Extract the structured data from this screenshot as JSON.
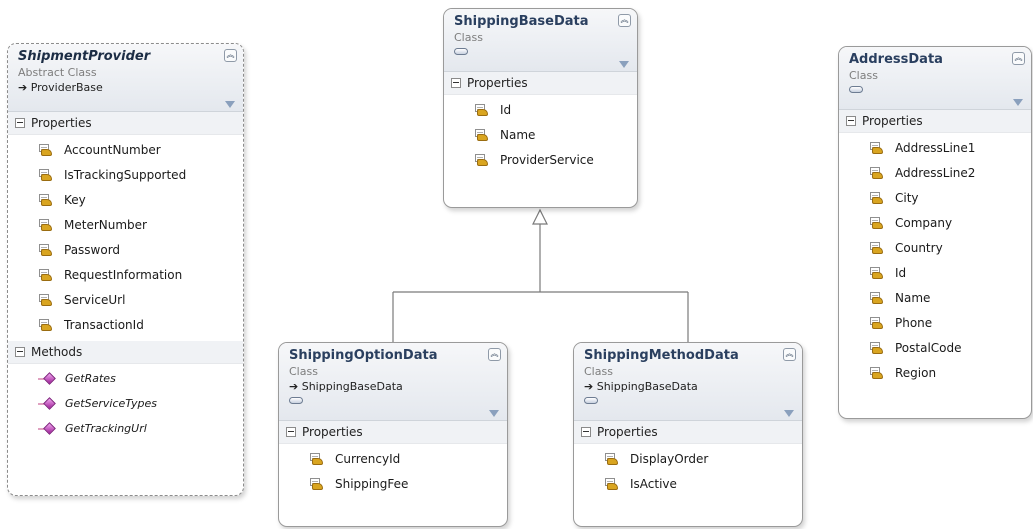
{
  "classes": {
    "shipment_provider": {
      "name": "ShipmentProvider",
      "type": "Abstract Class",
      "base": "➔ ProviderBase",
      "properties_header": "Properties",
      "properties": [
        "AccountNumber",
        "IsTrackingSupported",
        "Key",
        "MeterNumber",
        "Password",
        "RequestInformation",
        "ServiceUrl",
        "TransactionId"
      ],
      "methods_header": "Methods",
      "methods": [
        "GetRates",
        "GetServiceTypes",
        "GetTrackingUrl"
      ]
    },
    "shipping_base_data": {
      "name": "ShippingBaseData",
      "type": "Class",
      "properties_header": "Properties",
      "properties": [
        "Id",
        "Name",
        "ProviderService"
      ]
    },
    "address_data": {
      "name": "AddressData",
      "type": "Class",
      "properties_header": "Properties",
      "properties": [
        "AddressLine1",
        "AddressLine2",
        "City",
        "Company",
        "Country",
        "Id",
        "Name",
        "Phone",
        "PostalCode",
        "Region"
      ]
    },
    "shipping_option_data": {
      "name": "ShippingOptionData",
      "type": "Class",
      "base": "➔ ShippingBaseData",
      "properties_header": "Properties",
      "properties": [
        "CurrencyId",
        "ShippingFee"
      ]
    },
    "shipping_method_data": {
      "name": "ShippingMethodData",
      "type": "Class",
      "base": "➔ ShippingBaseData",
      "properties_header": "Properties",
      "properties": [
        "DisplayOrder",
        "IsActive"
      ]
    }
  },
  "icons": {
    "collapse": "double-chevron-up-icon",
    "filter": "funnel-icon",
    "interface": "lollipop-icon",
    "property": "property-icon",
    "method": "method-icon"
  },
  "colors": {
    "header_gradient_top": "#f6f7f9",
    "header_gradient_bottom": "#e4e8ee",
    "class_name": "#2a3f5f",
    "border": "#9a9a9a"
  }
}
